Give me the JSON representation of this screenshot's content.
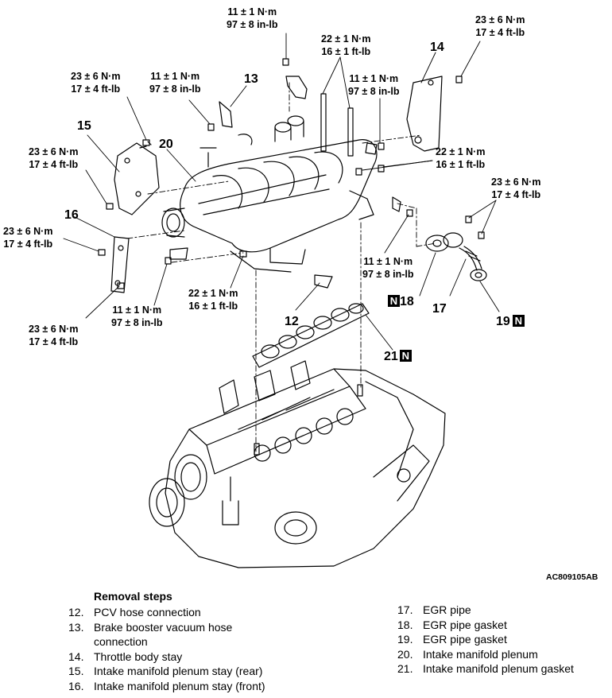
{
  "torque": {
    "t1": [
      "11 ± 1 N·m",
      "97 ± 8 in-lb"
    ],
    "t2": [
      "23 ± 6 N·m",
      "17 ± 4 ft-lb"
    ],
    "t3": [
      "22 ± 1 N·m",
      "16 ± 1 ft-lb"
    ],
    "t4": [
      "23 ± 6 N·m",
      "17 ± 4 ft-lb"
    ],
    "t5": [
      "11 ± 1 N·m",
      "97 ± 8 in-lb"
    ],
    "t6": [
      "11 ± 1 N·m",
      "97 ± 8 in-lb"
    ],
    "t7": [
      "23 ± 6 N·m",
      "17 ± 4 ft-lb"
    ],
    "t8": [
      "22 ± 1 N·m",
      "16 ± 1 ft-lb"
    ],
    "t9": [
      "23 ± 6 N·m",
      "17 ± 4 ft-lb"
    ],
    "t10": [
      "23 ± 6 N·m",
      "17 ± 4 ft-lb"
    ],
    "t11": [
      "11 ± 1 N·m",
      "97 ± 8 in-lb"
    ],
    "t12": [
      "22 ± 1 N·m",
      "16 ± 1 ft-lb"
    ],
    "t13": [
      "11 ± 1 N·m",
      "97 ± 8 in-lb"
    ],
    "t14": [
      "23 ± 6 N·m",
      "17 ± 4 ft-lb"
    ]
  },
  "callouts": {
    "c12": "12",
    "c13": "13",
    "c14": "14",
    "c15": "15",
    "c16": "16",
    "c17": "17",
    "c18": "18",
    "c19": "19",
    "c20": "20",
    "c21": "21",
    "n_mark": "N"
  },
  "figure_code": "AC809105AB",
  "removal": {
    "title": "Removal steps",
    "left": [
      {
        "num": "12.",
        "text": "PCV hose connection"
      },
      {
        "num": "13.",
        "text": "Brake booster vacuum hose connection"
      },
      {
        "num": "14.",
        "text": "Throttle body stay"
      },
      {
        "num": "15.",
        "text": "Intake manifold plenum stay (rear)"
      },
      {
        "num": "16.",
        "text": "Intake manifold plenum stay (front)"
      }
    ],
    "right": [
      {
        "num": "17.",
        "text": "EGR pipe"
      },
      {
        "num": "18.",
        "text": "EGR pipe gasket"
      },
      {
        "num": "19.",
        "text": "EGR pipe gasket"
      },
      {
        "num": "20.",
        "text": "Intake manifold plenum"
      },
      {
        "num": "21.",
        "text": "Intake manifold plenum gasket"
      }
    ]
  }
}
